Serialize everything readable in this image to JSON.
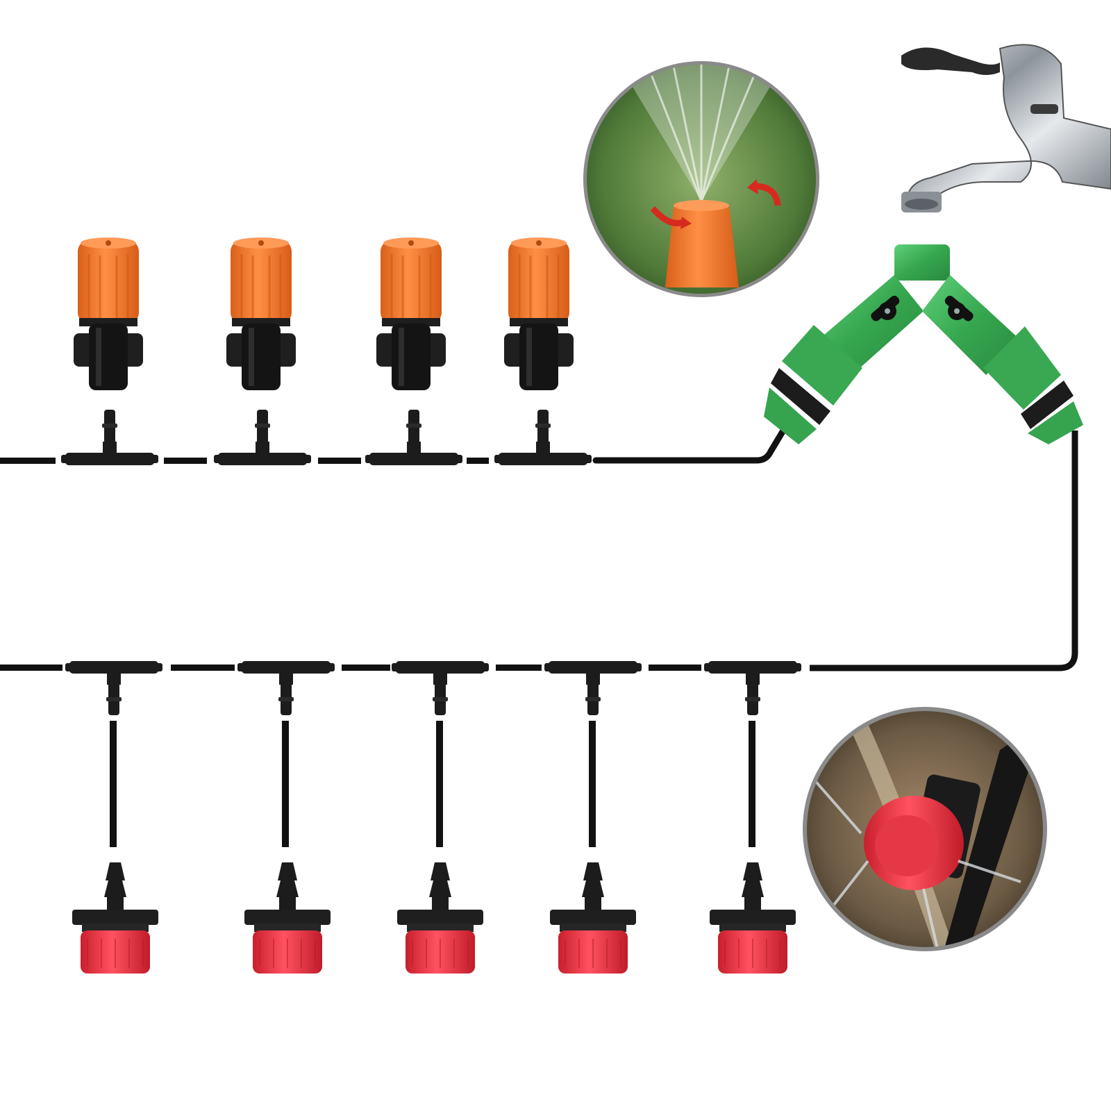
{
  "scene": {
    "description_free": true,
    "colors": {
      "background": "#ffffff",
      "tube": "#111111",
      "fitting": "#1c1c1c",
      "nozzle_orange": "#f47a2d",
      "dripper_red": "#e8323f",
      "valve_green": "#3fb55a",
      "faucet_chrome": "#b9bec4",
      "inset_border": "#7f7f7f"
    },
    "icons": {
      "faucet": "faucet-icon",
      "y_valve": "y-valve-icon",
      "mist_nozzle": "mist-nozzle-icon",
      "dripper": "dripper-icon",
      "tee": "tee-connector-icon",
      "inset_spray": "spray-inset-photo",
      "inset_drip": "drip-inset-photo"
    },
    "counts": {
      "mist_nozzles": 4,
      "drippers": 5
    }
  }
}
